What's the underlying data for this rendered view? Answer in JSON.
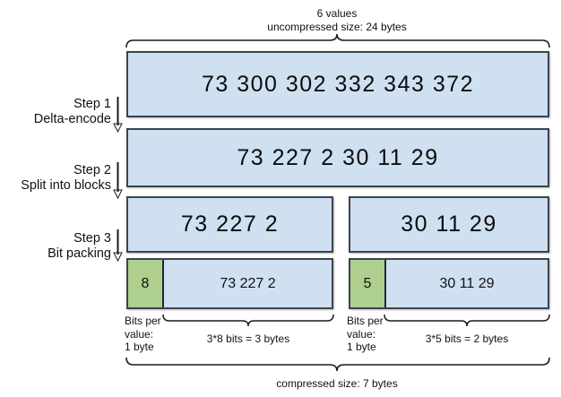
{
  "diagram": {
    "title_top": {
      "line1": "6 values",
      "line2": "uncompressed size: 24 bytes"
    },
    "title_bottom": "compressed size: 7 bytes",
    "steps": [
      {
        "id": "step-1",
        "line1": "Step 1",
        "line2": "Delta-encode"
      },
      {
        "id": "step-2",
        "line1": "Step 2",
        "line2": "Split into blocks"
      },
      {
        "id": "step-3",
        "line1": "Step 3",
        "line2": "Bit packing"
      }
    ],
    "rows": {
      "original": {
        "values": "73  300  302  332  343  372"
      },
      "delta": {
        "values": "73  227  2  30  11  29"
      },
      "blocks": {
        "left": {
          "values": "73  227  2"
        },
        "right": {
          "values": "30  11  29"
        }
      },
      "packed": {
        "left": {
          "bits": "8",
          "values": "73  227  2"
        },
        "right": {
          "bits": "5",
          "values": "30  11  29"
        }
      }
    },
    "annotations": {
      "bits_per_value_left": {
        "l1": "Bits per",
        "l2": "value:",
        "l3": "1 byte"
      },
      "bits_per_value_right": {
        "l1": "Bits per",
        "l2": "value:",
        "l3": "1 byte"
      },
      "payload_left": "3*8 bits = 3 bytes",
      "payload_right": "3*5 bits = 2 bytes"
    },
    "colors": {
      "block_blue": "#cfe0f0",
      "block_green": "#aecf8e",
      "border": "#3a4450",
      "text": "#111111"
    }
  },
  "chart_data": {
    "type": "diagram",
    "title": "Delta encoding + bit packing compression pipeline",
    "uncompressed_values": [
      73,
      300,
      302,
      332,
      343,
      372
    ],
    "uncompressed_size_bytes": 24,
    "delta_encoded_values": [
      73,
      227,
      2,
      30,
      11,
      29
    ],
    "blocks": [
      {
        "values": [
          73,
          227,
          2
        ],
        "bits_per_value": 8,
        "payload_bits": 24,
        "payload_bytes": 3,
        "header_bytes": 1
      },
      {
        "values": [
          30,
          11,
          29
        ],
        "bits_per_value": 5,
        "payload_bits": 15,
        "payload_bytes": 2,
        "header_bytes": 1
      }
    ],
    "compressed_size_bytes": 7
  }
}
